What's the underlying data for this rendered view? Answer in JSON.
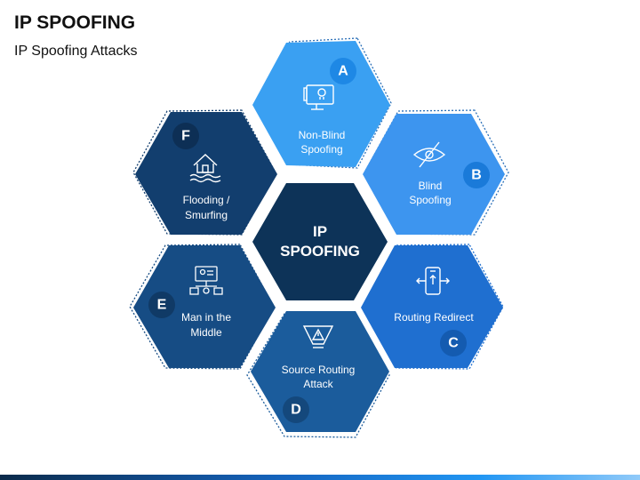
{
  "header": {
    "title": "IP SPOOFING",
    "subtitle": "IP Spoofing Attacks"
  },
  "center": {
    "line1": "IP",
    "line2": "SPOOFING",
    "color": "#0d3358"
  },
  "hexes": [
    {
      "letter": "A",
      "line1": "Non-Blind",
      "line2": "Spoofing",
      "icon": "monitor-skull-icon",
      "color": "#3aa0f2",
      "badge": "#1e88e5"
    },
    {
      "letter": "B",
      "line1": "Blind",
      "line2": "Spoofing",
      "icon": "eye-slash-icon",
      "color": "#3d95ef",
      "badge": "#1a7ad9"
    },
    {
      "letter": "C",
      "line1": "Routing Redirect",
      "line2": "",
      "icon": "phone-arrows-icon",
      "color": "#1f6fd0",
      "badge": "#145bb0"
    },
    {
      "letter": "D",
      "line1": "Source Routing",
      "line2": "Attack",
      "icon": "router-warning-icon",
      "color": "#1b5c9c",
      "badge": "#14487c"
    },
    {
      "letter": "E",
      "line1": "Man in the",
      "line2": "Middle",
      "icon": "network-users-icon",
      "color": "#164c84",
      "badge": "#103a66"
    },
    {
      "letter": "F",
      "line1": "Flooding /",
      "line2": "Smurfing",
      "icon": "house-flood-icon",
      "color": "#123e6e",
      "badge": "#0d2f55"
    }
  ]
}
